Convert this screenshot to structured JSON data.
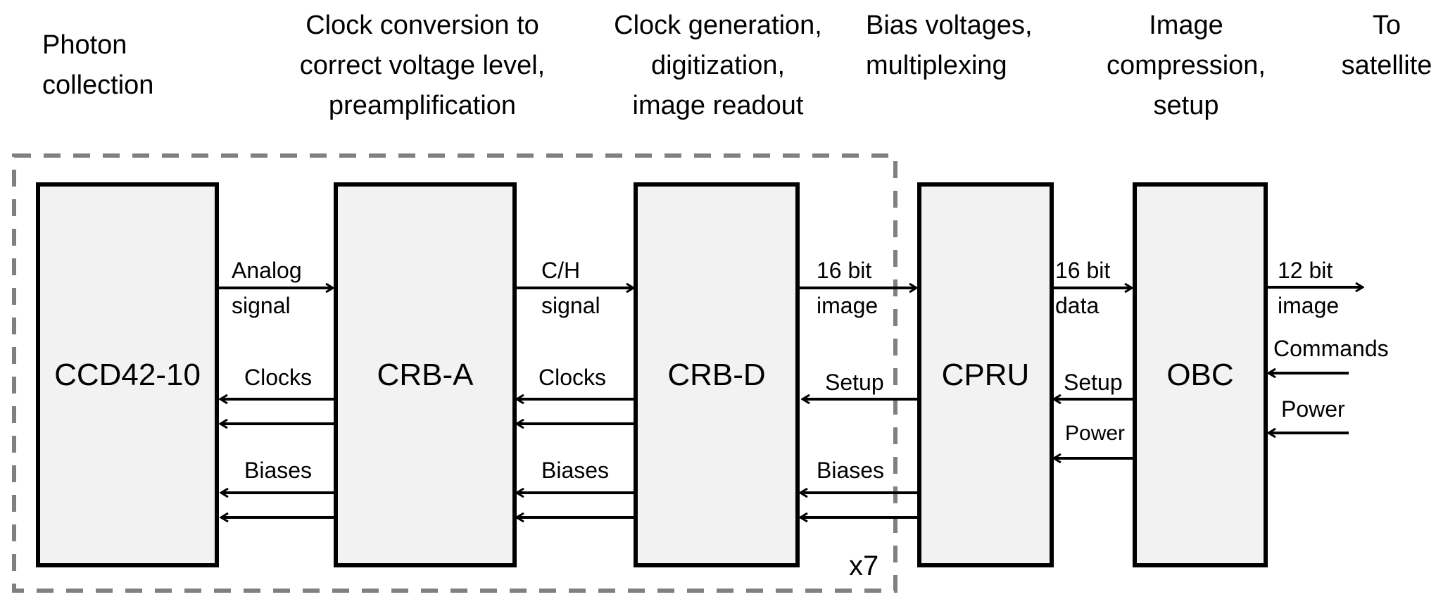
{
  "headers": [
    {
      "id": "photon",
      "text": "Photon\ncollection"
    },
    {
      "id": "clock-conv",
      "text": "Clock conversion to\ncorrect voltage level,\npreamplification"
    },
    {
      "id": "clock-gen",
      "text": "Clock generation,\ndigitization,\nimage readout"
    },
    {
      "id": "bias",
      "text": "Bias voltages,\nmultiplexing"
    },
    {
      "id": "image-comp",
      "text": "Image\ncompression,\nsetup"
    },
    {
      "id": "satellite",
      "text": "To\nsatellite"
    }
  ],
  "blocks": [
    {
      "id": "ccd",
      "label": "CCD42-10"
    },
    {
      "id": "crba",
      "label": "CRB-A"
    },
    {
      "id": "crbd",
      "label": "CRB-D"
    },
    {
      "id": "cpru",
      "label": "CPRU"
    },
    {
      "id": "obc",
      "label": "OBC"
    }
  ],
  "group": {
    "multiplier": "x7",
    "border_color": "#808080"
  },
  "connections": [
    {
      "from": "CCD42-10",
      "to": "CRB-A",
      "label_top": "Analog",
      "label_bottom": "signal"
    },
    {
      "from": "CRB-A",
      "to": "CCD42-10",
      "label": "Clocks",
      "lines": 2
    },
    {
      "from": "CRB-A",
      "to": "CCD42-10",
      "label": "Biases",
      "lines": 2
    },
    {
      "from": "CRB-A",
      "to": "CRB-D",
      "label_top": "C/H",
      "label_bottom": "signal"
    },
    {
      "from": "CRB-D",
      "to": "CRB-A",
      "label": "Clocks",
      "lines": 2
    },
    {
      "from": "CRB-D",
      "to": "CRB-A",
      "label": "Biases",
      "lines": 2
    },
    {
      "from": "CRB-D",
      "to": "CPRU",
      "label_top": "16 bit",
      "label_bottom": "image"
    },
    {
      "from": "CPRU",
      "to": "CRB-D",
      "label": "Setup",
      "lines": 1
    },
    {
      "from": "CPRU",
      "to": "CRB-D",
      "label": "Biases",
      "lines": 2
    },
    {
      "from": "CPRU",
      "to": "OBC",
      "label_top": "16 bit",
      "label_bottom": "data"
    },
    {
      "from": "OBC",
      "to": "CPRU",
      "label": "Setup",
      "lines": 1
    },
    {
      "from": "OBC",
      "to": "CPRU",
      "label": "Power",
      "lines": 1
    },
    {
      "from": "OBC",
      "to": "satellite",
      "label_top": "12 bit",
      "label_bottom": "image"
    },
    {
      "from": "satellite",
      "to": "OBC",
      "label": "Commands",
      "lines": 1
    },
    {
      "from": "satellite",
      "to": "OBC",
      "label": "Power",
      "lines": 1
    }
  ]
}
